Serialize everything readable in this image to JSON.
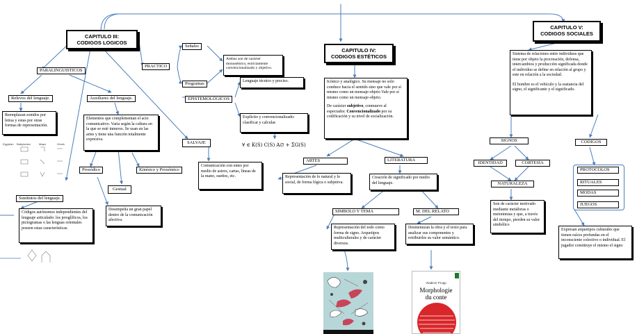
{
  "chapters": {
    "c3": "CAPITULO III:\nCODIGOS LOGICOS",
    "c4": "CAPITULO IV:\nCODIGOS ESTÉTICOS",
    "c5": "CAPITULO V:\nCODIGOS SOCIALES"
  },
  "logicos": {
    "paralinguisticos": "PARALINGUISTICOS",
    "relevos": "Relevos del lenguaje.",
    "relevos_desc": "Reemplazan sonidos por letras y estas por otras formas de representación.",
    "auxiliares": "Auxiliares del lenguaje.",
    "auxiliares_desc": "Elementos que complementan el acto comunicativo. Varía según la cultura en la que se esté inmerso. Se usan en las artes y tiene una función totalmente expresiva.",
    "prosodico": "Prosódico",
    "kinesico": "Kinésico y Proxémico",
    "gestual": "Gestual",
    "gestual_desc": "Desempeña un gran papel dentro de la comunicación afectiva.",
    "sustitutos": "Sustitutos del lenguaje.",
    "sustitutos_desc": "Códigos autónomos independientes del lenguaje articulado: los jeroglíficos, los pictogramas o las lenguas orientales poseen estas características.",
    "practico": "PRACTICO",
    "senales": "Señales",
    "programas": "Programas",
    "practico_desc": "Ambas son de carácter monosémico, estrictamente convencionalizado y objetivo.",
    "epistemologicos": "EPISTEMOLÓGICOS",
    "epist_desc1": "Lenguaje técnico y preciso.",
    "epist_desc2": "Explícito y convencionalizado: clasificar y calcular.",
    "formula": "∀ ∈ K(S)  C(S) A∅  +  ΣG(S)",
    "salvaje": "SALVAJE",
    "salvaje_desc": "Comunicación con entes por medio de astros, cartas, líneas de la mano, sueños, etc."
  },
  "esteticos": {
    "desc": "Icónico y analógico. Su mensaje no solo conduce hacia el sentido sino que vale por sí mismo como un mensaje-objeto Vale por sí mismo como un mensaje-objeto.",
    "desc2_a": "De carácter ",
    "desc2_b": "subjetivo",
    "desc2_c": ", conmueve al espectador. ",
    "desc2_d": "Convencionalizado",
    "desc2_e": " por su codificación y su nivel de socialización.",
    "artes": "ARTES",
    "artes_desc": "Representación de lo natural y lo social, de forma lógica o subjetiva.",
    "literatura": "LITERATURA",
    "literatura_desc": "Creación de significado por medio del lenguaje.",
    "simbolo": "SIMBOLO Y TEMA",
    "simbolo_desc": "Representación del todo como forma de signo. Arquetipos multiculturales y de carácter diversos.",
    "relato": "M. DEL RELATO",
    "relato_desc": "Desmenuzan la obra y el texto para analizar sus componentes y retribuirles su valor semántico.",
    "book2_author": "Vladimir Propp",
    "book2_title": "Morphologie\ndu conte"
  },
  "sociales": {
    "desc": "Sistema de relaciones entre individuos que tiene por objeto la procreación, defensa, intercambios y producción significada donde el individuo se define en relación al grupo y este en relación a la sociedad.",
    "desc2": "El hombre es el vehículo y la sustancia del signo, el significante y el significado.",
    "signos": "SIGNOS",
    "identidad": "IDENTIDAD",
    "cortesia": "CORTESÍA",
    "naturaleza": "NATURALEZA",
    "naturaleza_desc": "Son de carácter motivado mediante metáforas o metonimias y que, a través del tiempo, pierden su valor simbólico",
    "codigos": "CODIGOS",
    "protocolos": "PROTOCOLOS",
    "rituales": "RITUALES",
    "modas": "MODAS",
    "juegos": "JUEGOS",
    "codigos_desc": "Expresan arquetipos culturales que tienen raíces profundas en el inconsciente colectivo o individual. El jugador constituye el mismo el signo"
  },
  "table_labels": [
    "Egyptian",
    "Babylonian",
    "Maya",
    "Greek"
  ],
  "colors": {
    "connector": "#4a7ebb",
    "box_border": "#000000",
    "book1_bg": "#b7d6d8",
    "book2_circle": "#d9262b"
  }
}
